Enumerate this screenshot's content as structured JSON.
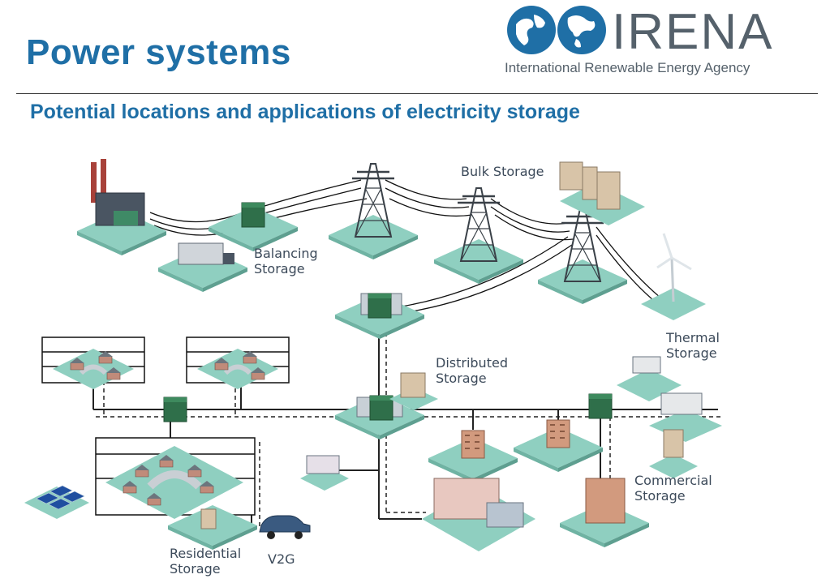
{
  "header": {
    "title": "Power systems",
    "subtitle": "Potential locations and applications of electricity storage"
  },
  "logo": {
    "name": "IRENA",
    "tagline": "International Renewable Energy Agency"
  },
  "labels": {
    "bulk": "Bulk Storage",
    "balancing": [
      "Balancing",
      "Storage"
    ],
    "distributed": [
      "Distributed",
      "Storage"
    ],
    "thermal": [
      "Thermal",
      "Storage"
    ],
    "commercial": [
      "Commercial",
      "Storage"
    ],
    "residential": [
      "Residential",
      "Storage"
    ],
    "v2g": "V2G"
  },
  "colors": {
    "title": "#1f6fa6",
    "pad": "#8fcfc0",
    "logo_blue": "#1f6fa6",
    "logo_gray": "#55616b"
  }
}
